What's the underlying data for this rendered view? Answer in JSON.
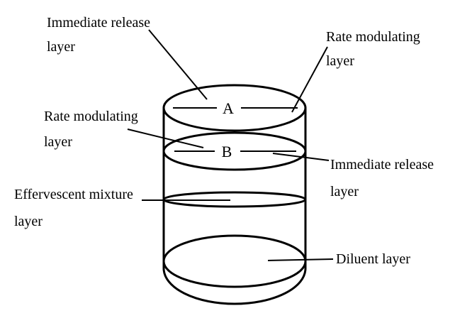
{
  "labels": {
    "immediate_release_top": [
      "Immediate release",
      "layer"
    ],
    "rate_modulating_top": [
      "Rate modulating",
      "layer"
    ],
    "rate_modulating_left": [
      "Rate modulating",
      "layer"
    ],
    "immediate_release_right": [
      "Immediate release",
      "layer"
    ],
    "effervescent": [
      "Effervescent mixture",
      "layer"
    ],
    "diluent": "Diluent layer"
  },
  "markers": {
    "a": "A",
    "b": "B"
  }
}
